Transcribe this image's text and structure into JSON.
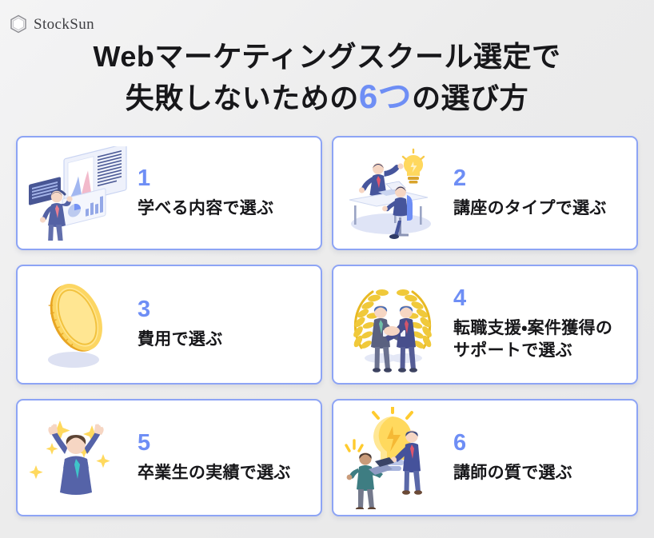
{
  "brand": {
    "logo_icon": "hexagon-outline-icon",
    "name": "StockSun"
  },
  "title": {
    "line1": "Webマーケティングスクール選定で",
    "line2_before": "失敗しないための",
    "line2_accent": "6つ",
    "line2_after": "の選び方",
    "accent_color": "#6e8ef5"
  },
  "theme": {
    "card_border": "#8da4f5",
    "card_background": "#ffffff",
    "page_background": "#ececec",
    "number_color": "#6e8ef5",
    "label_color": "#17171a"
  },
  "cards": [
    {
      "number": "1",
      "label_line1": "学べる内容で選ぶ",
      "label_line2": "",
      "illustration": "businessman-with-data-dashboards-illustration"
    },
    {
      "number": "2",
      "label_line1": "講座のタイプで選ぶ",
      "label_line2": "",
      "illustration": "instructor-and-student-at-desk-illustration"
    },
    {
      "number": "3",
      "label_line1": "費用で選ぶ",
      "label_line2": "",
      "illustration": "gold-coin-illustration"
    },
    {
      "number": "4",
      "label_line1": "転職支援・案件獲得の",
      "label_line2": "サポートで選ぶ",
      "illustration": "handshake-with-laurel-wreath-illustration"
    },
    {
      "number": "5",
      "label_line1": "卒業生の実績で選ぶ",
      "label_line2": "",
      "illustration": "celebrating-graduate-with-sparkles-illustration"
    },
    {
      "number": "6",
      "label_line1": "講師の質で選ぶ",
      "label_line2": "",
      "illustration": "person-with-laptop-and-lightbulb-illustration"
    }
  ]
}
